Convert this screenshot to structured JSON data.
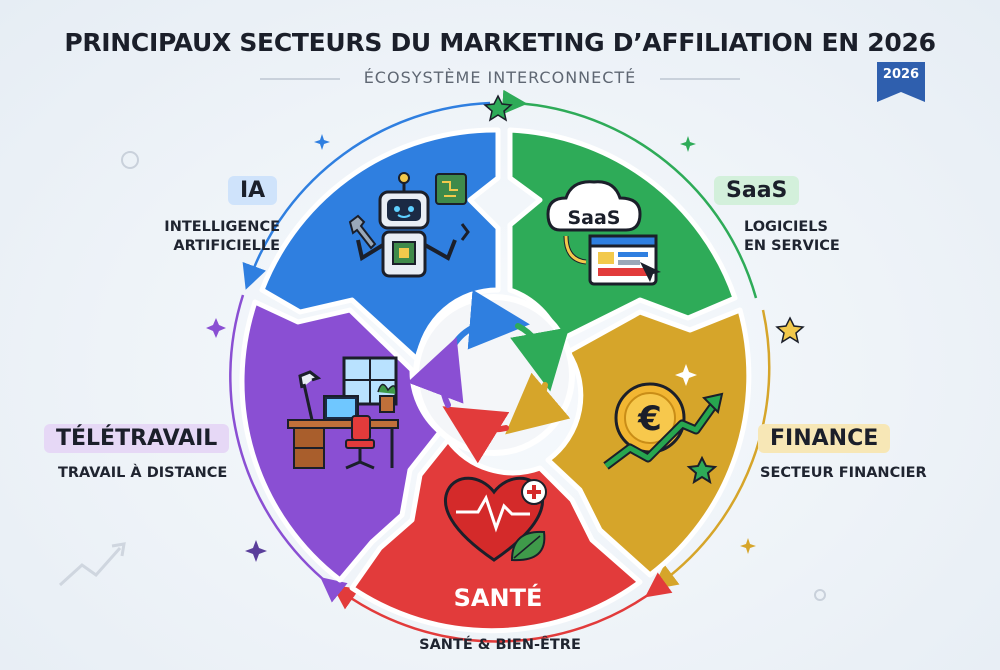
{
  "title": "PRINCIPAUX SECTEURS DU MARKETING D’AFFILIATION EN 2026",
  "subtitle": "ÉCOSYSTÈME INTERCONNECTÉ",
  "year_badge": "2026",
  "sectors": [
    {
      "id": "ia",
      "tag": "IA",
      "subtitle_lines": [
        "INTELLIGENCE",
        "ARTIFICIELLE"
      ],
      "color": "#2f7fe0",
      "tag_bg": "#cfe3fb"
    },
    {
      "id": "saas",
      "tag": "SaaS",
      "subtitle_lines": [
        "LOGICIELS",
        "EN SERVICE"
      ],
      "color": "#2eab58",
      "tag_bg": "#d3f0db",
      "icon_label": "SaaS"
    },
    {
      "id": "finance",
      "tag": "FINANCE",
      "subtitle_lines": [
        "SECTEUR FINANCIER"
      ],
      "color": "#d6a52a",
      "tag_bg": "#f7e7b6",
      "icon_label": "€"
    },
    {
      "id": "sante",
      "tag": "SANTÉ",
      "subtitle_lines": [
        "SANTÉ & BIEN-ÊTRE"
      ],
      "color": "#e23b3b"
    },
    {
      "id": "teletravail",
      "tag": "TÉLÉTRAVAIL",
      "subtitle_lines": [
        "TRAVAIL À DISTANCE"
      ],
      "color": "#8a4fd3",
      "tag_bg": "#e6d8f6"
    }
  ],
  "colors": {
    "badge": "#2f5fae",
    "outline": "#ffffff",
    "center": "#f4f6f9"
  }
}
